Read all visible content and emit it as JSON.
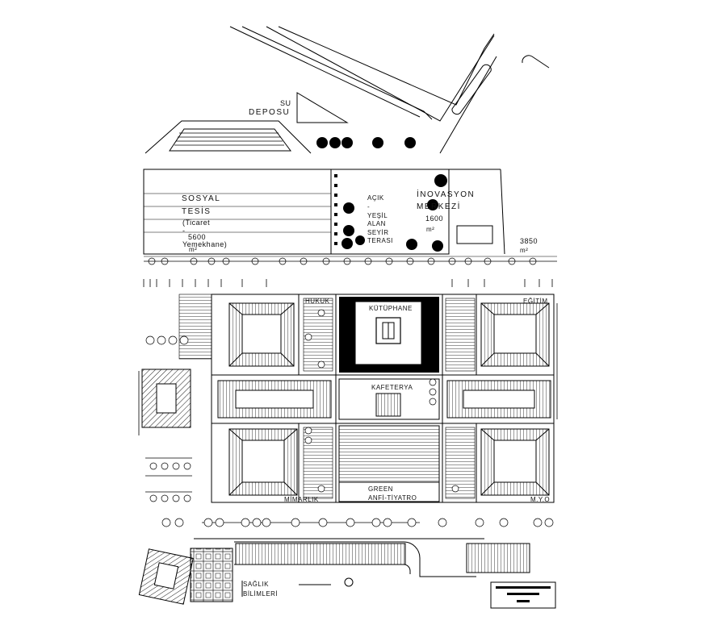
{
  "plan": {
    "labels": {
      "su": "SU",
      "deposu": "DEPOSU",
      "sosyal": "SOSYAL",
      "tesis": "TESİS",
      "ticaret": "(Ticaret",
      "dash1": "-",
      "area1": "5600",
      "yemekhane": "Yemekhane)",
      "m2_1": "m²",
      "acik": "AÇIK",
      "dash2": "-",
      "yesil": "YEŞİL",
      "alan": "ALAN",
      "seyir": "SEYİR",
      "terasi": "TERASI",
      "inovasyon": "İNOVASYON",
      "merkezi": "MERKEZİ",
      "area2": "1600",
      "m2_2": "m²",
      "area3": "3850",
      "m2_3": "m²",
      "hukuk": "HUKUK",
      "kutuphane": "KÜTÜPHANE",
      "egitim": "EĞİTİM",
      "kafeterya": "KAFETERYA",
      "green": "GREEN",
      "anfi": "ANFİ-TİYATRO",
      "mimarlik": "MİMARLIK",
      "myo": "M.Y.O",
      "saglik": "SAĞLIK",
      "bilimleri": "BİLİMLERİ"
    }
  }
}
